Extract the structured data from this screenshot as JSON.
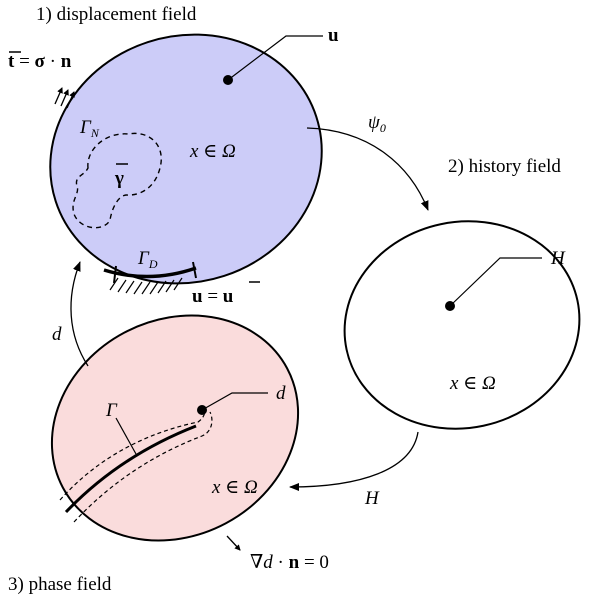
{
  "titles": {
    "displacement": "1) displacement field",
    "history": "2) history field",
    "phase": "3) phase field"
  },
  "labels": {
    "u": "u",
    "traction_t": "t",
    "traction_eq": " = ",
    "sigma": "σ",
    "dot": " · ",
    "n": "n",
    "gamma_n": "Γ",
    "gamma_n_sub": "N",
    "gamma_bar": "γ",
    "domain1": "x ∈ Ω",
    "gamma_d": "Γ",
    "gamma_d_sub": "D",
    "bc_u": "u",
    "bc_eq": " = ",
    "bc_ubar": "u",
    "psi": "ψ",
    "psi_sub": "0",
    "history_H": "H",
    "domain2": "x ∈ Ω",
    "arrow_d": "d",
    "crack_gamma": "Γ",
    "phase_d": "d",
    "domain3": "x ∈ Ω",
    "arrow_H": "H",
    "nabla_d": "∇d",
    "nabla_dot": " · ",
    "nabla_n": "n",
    "nabla_eq": " = 0"
  },
  "colors": {
    "displacement_fill": "#ccccf8",
    "history_fill": "#ffffff",
    "phase_fill": "#fadcdc",
    "stroke": "#000000"
  }
}
